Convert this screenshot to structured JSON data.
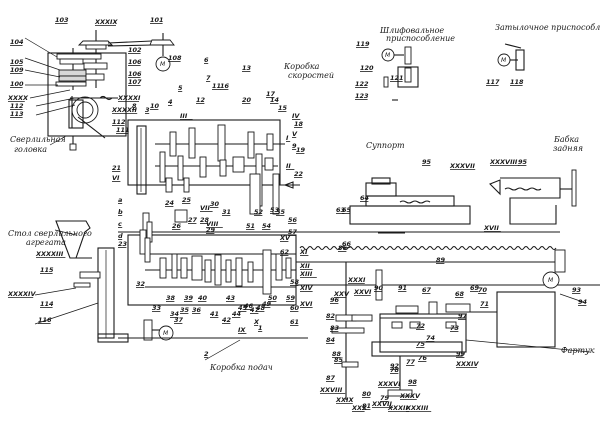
{
  "diagram": {
    "type": "kinematic-scheme",
    "subject": "lathe kinematic diagram"
  },
  "titles": {
    "speed_box": [
      "Коробка",
      "скоростей"
    ],
    "feed_box": "Коробка подач",
    "caliper": "Суппорт",
    "tailstock": [
      "Бабка",
      "задняя"
    ],
    "apron": "Фартук",
    "grinding_attachment": [
      "Шлифовальное",
      "приспособление"
    ],
    "backing_attachment": "Затылочное приспособление",
    "milling_head": [
      "Сверлильная",
      "головка"
    ],
    "drilling_stand": [
      "Стол сверлильного",
      "агрегата"
    ]
  },
  "motor_label": "М",
  "labels": {
    "top_left": [
      "103",
      "XXXIX",
      "101",
      "104",
      "102",
      "108",
      "105",
      "106",
      "109",
      "106",
      "100",
      "107",
      "XXXX",
      "XXXXI",
      "112",
      "XXXXII",
      "113",
      "111",
      "112"
    ],
    "speed_box": [
      "3",
      "4",
      "5",
      "6",
      "7",
      "8",
      "10",
      "11",
      "12",
      "13",
      "14",
      "15",
      "16",
      "17",
      "18",
      "19",
      "20",
      "I",
      "II",
      "III",
      "IV",
      "V",
      "9",
      "22",
      "21",
      "VI",
      "VII"
    ],
    "left_stand": [
      "XXXXIII",
      "115",
      "XXXXIV",
      "114",
      "116"
    ],
    "feed_box": [
      "a",
      "b",
      "c",
      "d",
      "VIII",
      "23",
      "24",
      "25",
      "26",
      "27",
      "28",
      "29",
      "30",
      "31",
      "32",
      "33",
      "34",
      "35",
      "36",
      "37",
      "38",
      "39",
      "40",
      "41",
      "42",
      "43",
      "44",
      "45",
      "46",
      "47",
      "48",
      "49",
      "50",
      "51",
      "52",
      "53",
      "54",
      "55",
      "56",
      "57",
      "58",
      "59",
      "60",
      "61",
      "62",
      "IX",
      "X",
      "XI",
      "XII",
      "XIII",
      "XIV",
      "XV",
      "XVI",
      "1",
      "2"
    ],
    "grinding": [
      "119",
      "120",
      "121",
      "122",
      "123"
    ],
    "backing": [
      "117",
      "118"
    ],
    "caliper": [
      "95",
      "XXXVII",
      "XXXVIII",
      "95",
      "XVII",
      "63",
      "64",
      "65",
      "66",
      "86",
      "89"
    ],
    "apron": [
      "XXXI",
      "XXVI",
      "XXV",
      "67",
      "68",
      "69",
      "70",
      "71",
      "72",
      "73",
      "74",
      "75",
      "76",
      "77",
      "78",
      "79",
      "80",
      "81",
      "82",
      "83",
      "84",
      "85",
      "87",
      "88",
      "90",
      "91",
      "92",
      "93",
      "94",
      "96",
      "97",
      "98",
      "99",
      "XXXIV",
      "XXXV",
      "XXXVI",
      "XXVII",
      "XXVIII",
      "XXIX",
      "XXX",
      "XXXII",
      "XXXIII"
    ]
  }
}
